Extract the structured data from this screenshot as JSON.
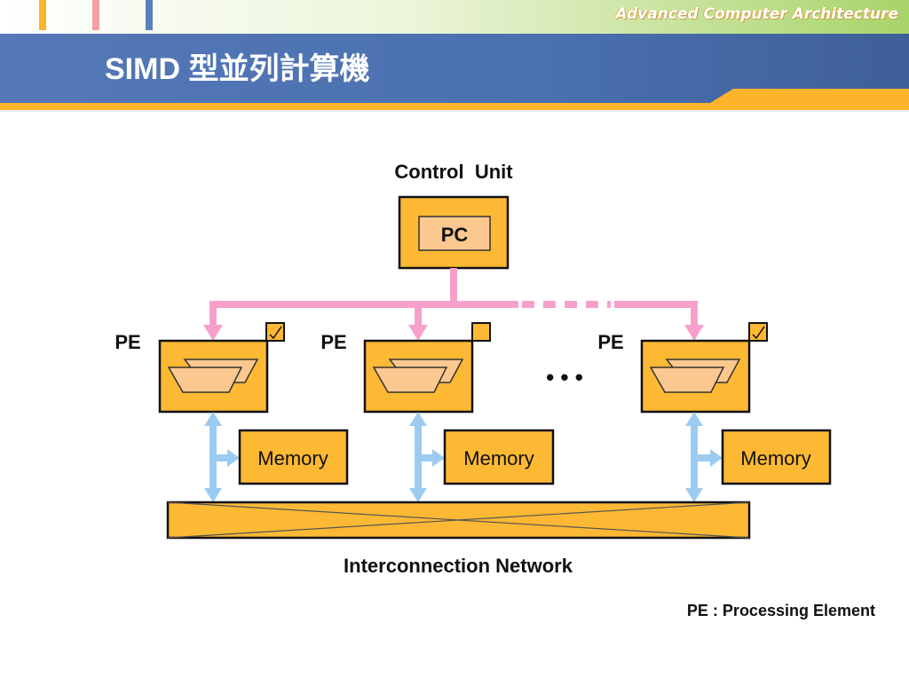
{
  "header": {
    "title": "SIMD 型並列計算機",
    "brand": "Advanced Computer Architecture"
  },
  "diagram": {
    "control_unit_label": "Control  Unit",
    "pc_label": "PC",
    "pe_labels": [
      "PE",
      "PE",
      "PE"
    ],
    "memory_labels": [
      "Memory",
      "Memory",
      "Memory"
    ],
    "ellipsis": "• • •",
    "network_label": "Interconnection Network",
    "legend": "PE : Processing Element"
  },
  "colors": {
    "box_fill": "#fdb933",
    "inner_fill": "#fbc890",
    "pink_bus": "#f7a0cc",
    "blue_bus": "#9ccbf2",
    "header_blue": "#4a6fae",
    "header_green": "#b7dc7a"
  }
}
